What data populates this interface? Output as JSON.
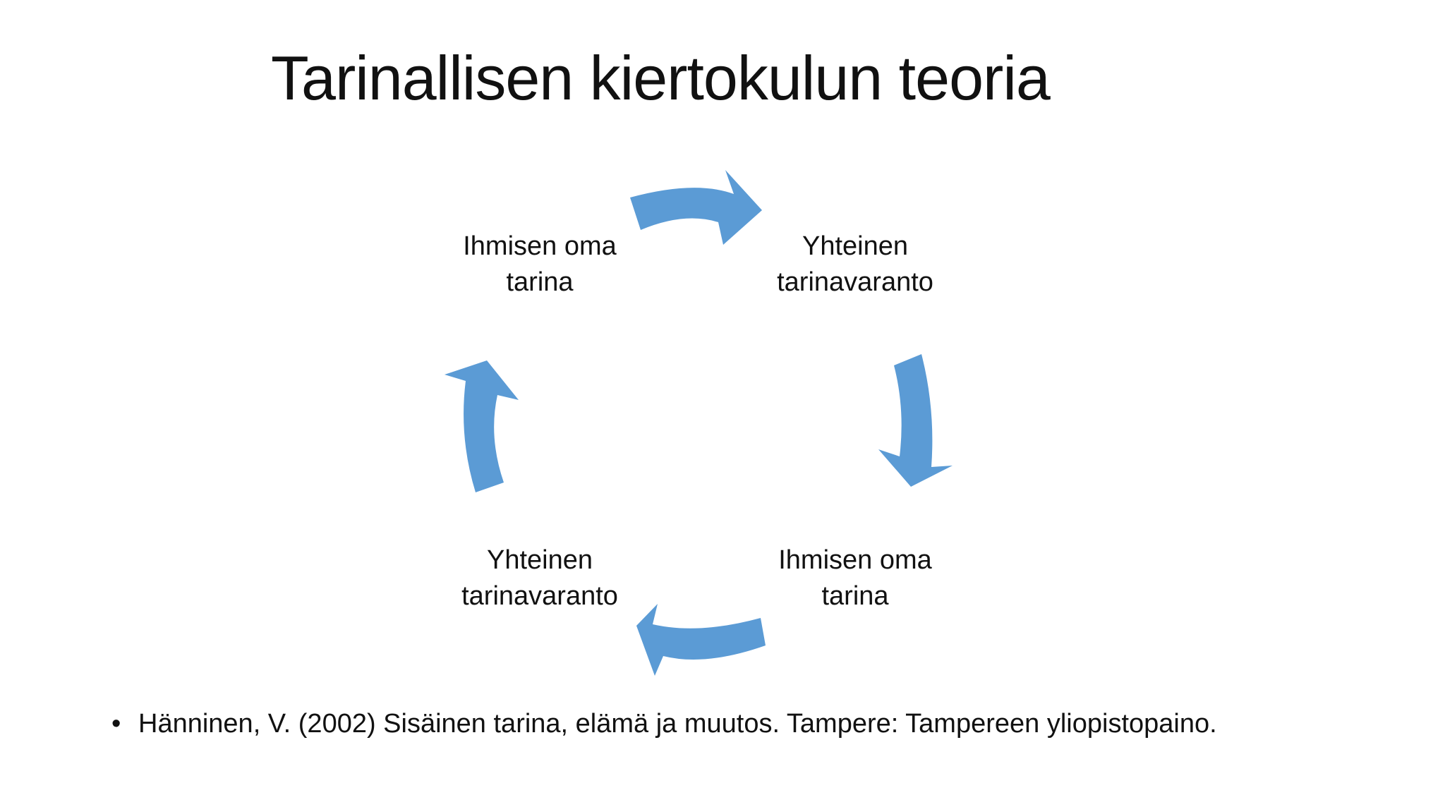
{
  "slide": {
    "title": "Tarinallisen kiertokulun teoria",
    "accent_color": "#5B9BD5"
  },
  "diagram": {
    "type": "cycle",
    "nodes": [
      {
        "position": "top-left",
        "line1": "Ihmisen oma",
        "line2": "tarina"
      },
      {
        "position": "top-right",
        "line1": "Yhteinen",
        "line2": "tarinavaranto"
      },
      {
        "position": "bottom-right",
        "line1": "Ihmisen oma",
        "line2": "tarina"
      },
      {
        "position": "bottom-left",
        "line1": "Yhteinen",
        "line2": "tarinavaranto"
      }
    ],
    "arrows": [
      {
        "from": "top-left",
        "to": "top-right",
        "direction": "right"
      },
      {
        "from": "top-right",
        "to": "bottom-right",
        "direction": "down"
      },
      {
        "from": "bottom-right",
        "to": "bottom-left",
        "direction": "left"
      },
      {
        "from": "bottom-left",
        "to": "top-left",
        "direction": "up"
      }
    ]
  },
  "reference": {
    "bullet": "•",
    "text": "Hänninen, V. (2002) Sisäinen tarina, elämä ja muutos. Tampere: Tampereen yliopistopaino."
  }
}
